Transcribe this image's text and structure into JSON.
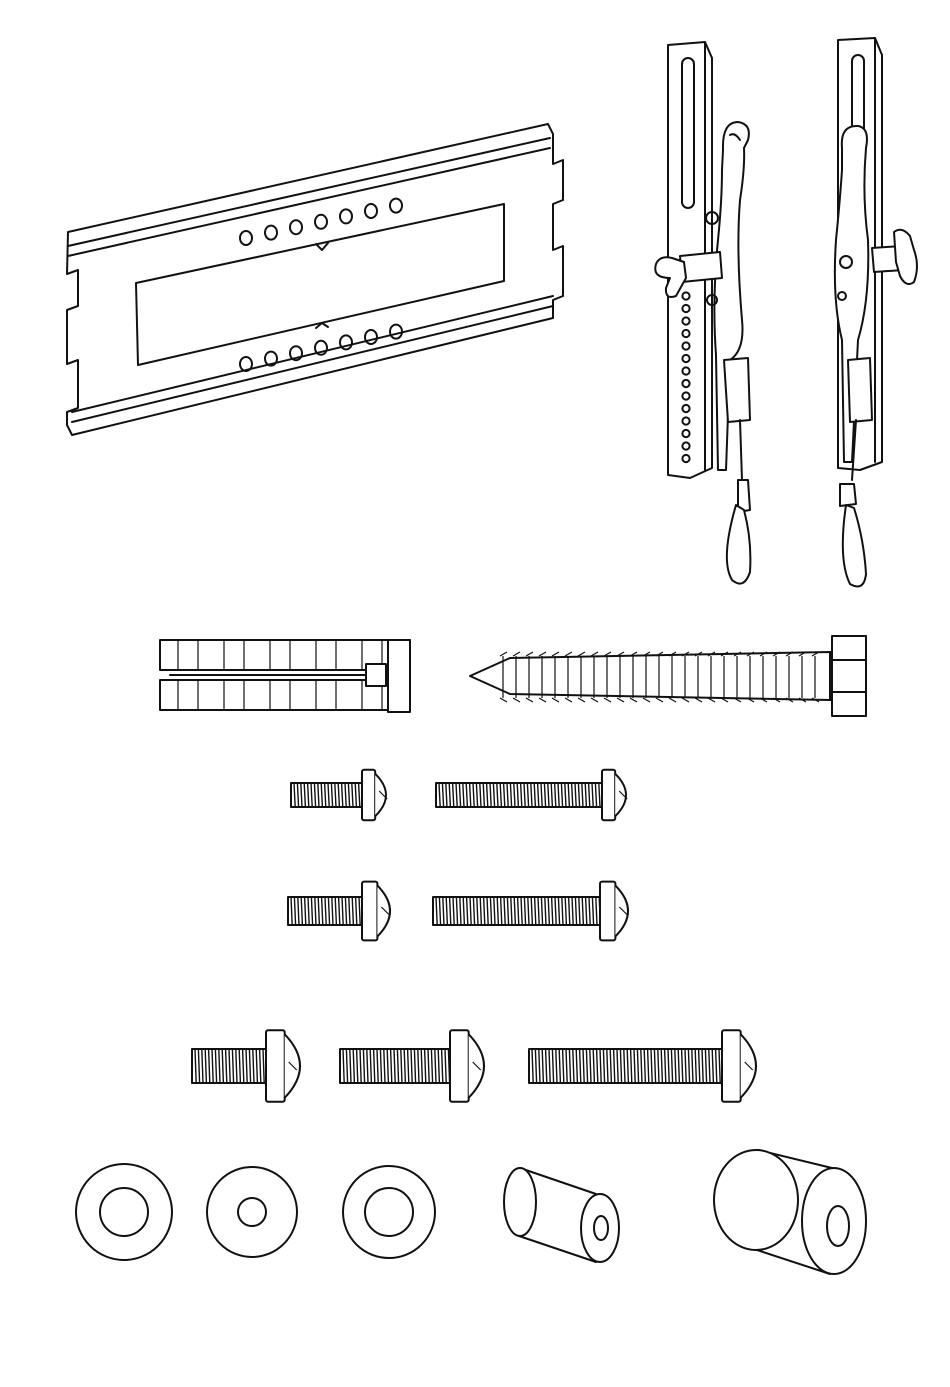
{
  "figure": {
    "kind": "hardware parts diagram",
    "background": "#ffffff",
    "line_color": "#111111"
  },
  "parts": {
    "wall_plate": {
      "icon": "wall-plate-icon",
      "upper_holes": 7,
      "lower_holes": 7
    },
    "tilt_brackets": {
      "icon": "tilt-bracket-icon",
      "count": 2
    },
    "wall_anchor": {
      "icon": "wall-anchor-icon"
    },
    "lag_bolt": {
      "icon": "lag-bolt-icon"
    },
    "screw_row_1": {
      "icon": "machine-screw-icon",
      "count": 2
    },
    "screw_row_2": {
      "icon": "machine-screw-icon",
      "count": 2
    },
    "screw_row_3": {
      "icon": "machine-screw-icon",
      "count": 3
    },
    "washers": {
      "icon": "washer-icon",
      "count": 3
    },
    "spacers": {
      "icon": "spacer-icon",
      "count": 2
    }
  }
}
